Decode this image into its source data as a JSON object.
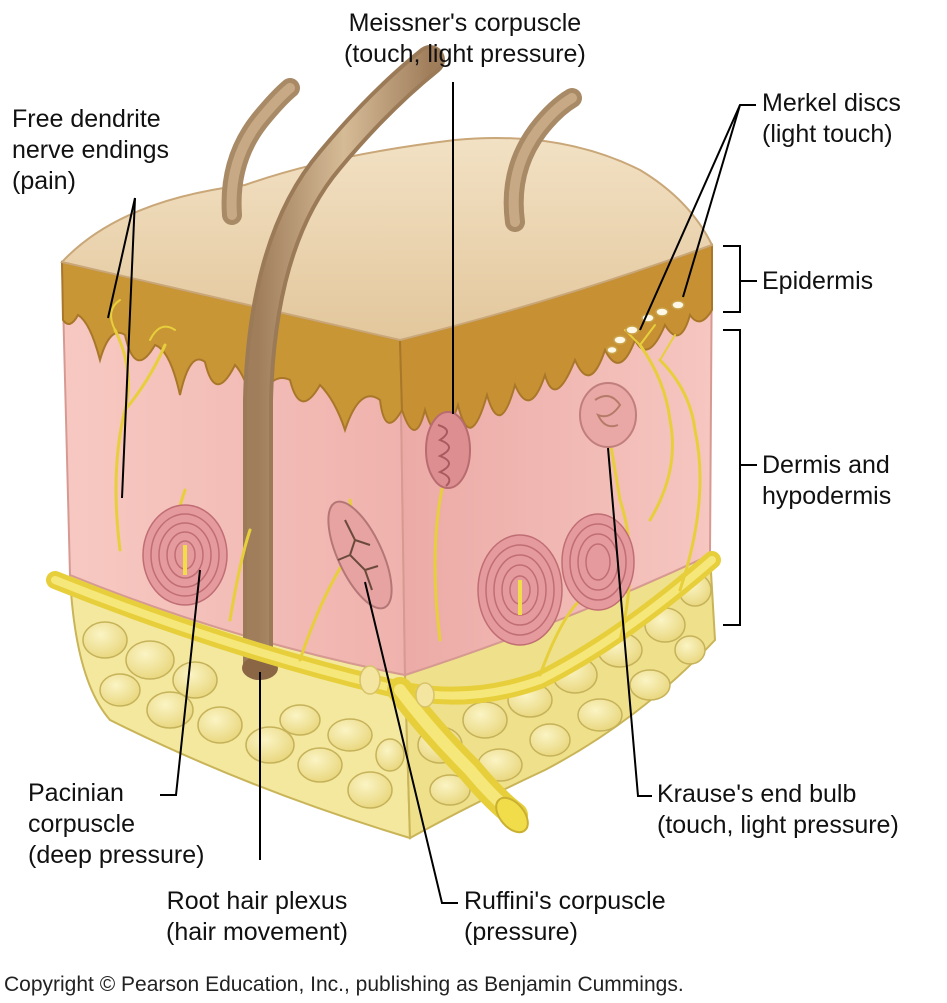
{
  "labels": {
    "meissner": {
      "name": "Meissner's corpuscle",
      "detail": "(touch, light pressure)"
    },
    "free_dendrite": {
      "line1": "Free dendrite",
      "line2": "nerve endings",
      "detail": "(pain)"
    },
    "merkel": {
      "name": "Merkel discs",
      "detail": "(light touch)"
    },
    "epidermis": {
      "name": "Epidermis"
    },
    "dermis": {
      "line1": "Dermis and",
      "line2": "hypodermis"
    },
    "pacinian": {
      "line1": "Pacinian",
      "line2": "corpuscle",
      "detail": "(deep pressure)"
    },
    "krause": {
      "name": "Krause's end bulb",
      "detail": "(touch, light pressure)"
    },
    "root_hair": {
      "name": "Root hair plexus",
      "detail": "(hair movement)"
    },
    "ruffini": {
      "name": "Ruffini's corpuscle",
      "detail": "(pressure)"
    }
  },
  "copyright": "Copyright © Pearson Education, Inc., publishing as Benjamin Cummings.",
  "colors": {
    "skin_surface": "#ead2ad",
    "epidermis": "#c99a3d",
    "dermis": "#f2b8b4",
    "hypodermis": "#f3e79a",
    "nerve": "#f1dc4a",
    "hair": "#b99872",
    "corpuscle": "#dd8e91",
    "leader_line": "#000000"
  }
}
